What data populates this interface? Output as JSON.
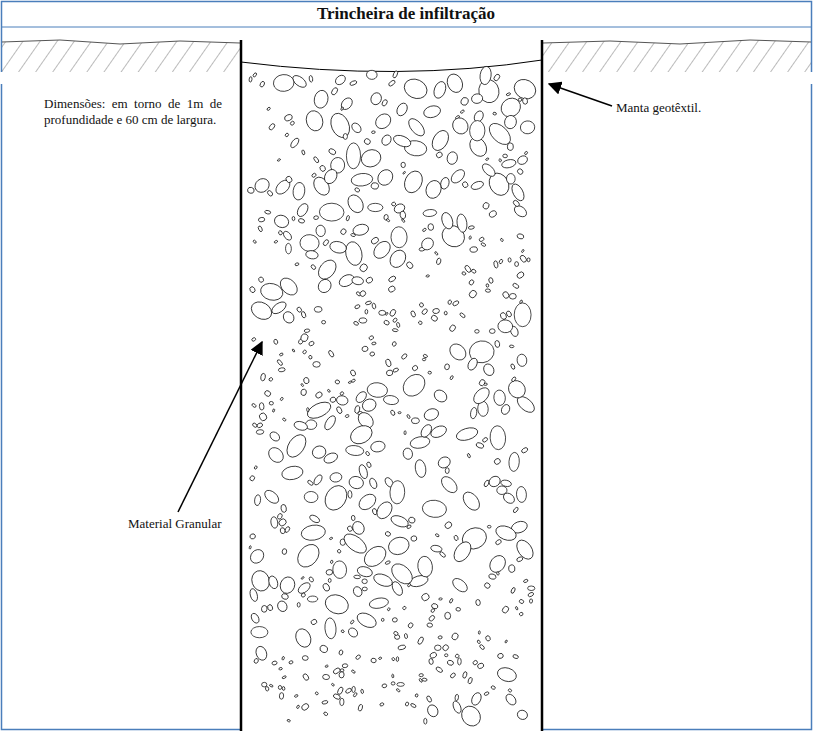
{
  "diagram": {
    "title": "Trincheira de infiltração",
    "labels": [
      "Dimensões: em torno de 1m de profundidade e 60 cm de largura.",
      "Manta geotêxtil.",
      "Material Granular"
    ]
  }
}
